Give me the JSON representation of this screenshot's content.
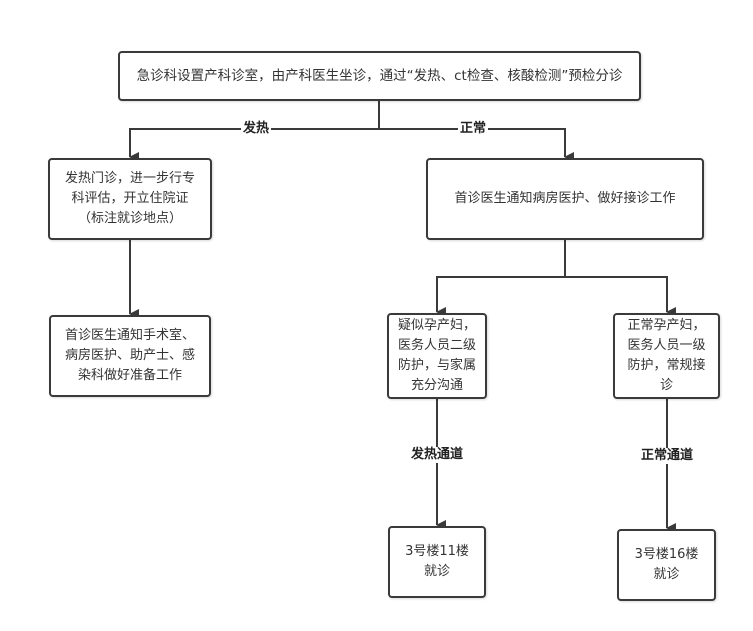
{
  "nodes": {
    "start": "急诊科设置产科诊室，由产科医生坐诊，通过“发热、ct检查、核酸检测”预检分诊",
    "fever_clinic": "发热门诊，进一步行专科评估，开立住院证（标注就诊地点）",
    "notify_ward": "首诊医生通知病房医护、做好接诊工作",
    "notify_or": "首诊医生通知手术室、病房医护、助产士、感染科做好准备工作",
    "suspected": "疑似孕产妇，医务人员二级防护，与家属充分沟通",
    "normal": "正常孕产妇，医务人员一级防护，常规接诊",
    "building_11": "3号楼11楼就诊",
    "building_16": "3号楼16楼就诊"
  },
  "edge_labels": {
    "fever": "发热",
    "normal": "正常",
    "fever_channel": "发热通道",
    "normal_channel": "正常通道"
  },
  "colors": {
    "line": "#3a3a3a",
    "text": "#333333"
  }
}
